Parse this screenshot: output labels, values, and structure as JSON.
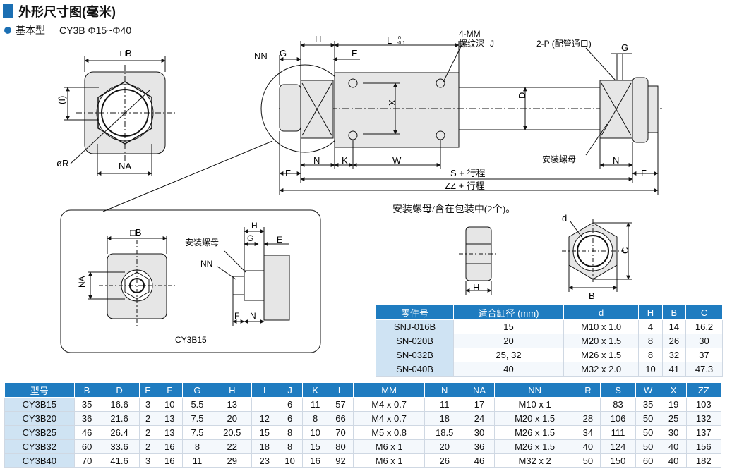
{
  "header": {
    "title": "外形尺寸图(毫米)",
    "subtitle_label": "基本型",
    "subtitle_series": "CY3B Φ15~Φ40"
  },
  "drawing": {
    "labels": {
      "B_sq": "□B",
      "one": "(I)",
      "R": "øR",
      "NA": "NA",
      "NN": "NN",
      "G": "G",
      "H": "H",
      "E": "E",
      "L": "L",
      "L_tol_top": "0",
      "L_tol_bot": "-0.1",
      "MM1": "4-MM",
      "MM2": "螺纹深",
      "J": "J",
      "X": "X",
      "D": "D",
      "P": "2-P (配管通口)",
      "G2": "G",
      "nut": "安装螺母",
      "F": "F",
      "N": "N",
      "K": "K",
      "W": "W",
      "N2": "N",
      "F2": "F",
      "S": "S + 行程",
      "ZZ": "ZZ + 行程"
    },
    "inset": {
      "B_sq": "□B",
      "NA": "NA",
      "H": "H",
      "G": "G",
      "E": "E",
      "nut": "安装螺母",
      "NN": "NN",
      "F": "F",
      "N": "N",
      "caption": "CY3B15"
    },
    "nut_view": {
      "note": "安装螺母/含在包装中(2个)。",
      "H": "H",
      "d": "d",
      "C": "C",
      "B": "B"
    }
  },
  "nut_table": {
    "headers": [
      "零件号",
      "适合缸径 (mm)",
      "d",
      "H",
      "B",
      "C"
    ],
    "rows": [
      [
        "SNJ-016B",
        "15",
        "M10 x 1.0",
        "4",
        "14",
        "16.2"
      ],
      [
        "SN-020B",
        "20",
        "M20 x 1.5",
        "8",
        "26",
        "30"
      ],
      [
        "SN-032B",
        "25, 32",
        "M26 x 1.5",
        "8",
        "32",
        "37"
      ],
      [
        "SN-040B",
        "40",
        "M32 x 2.0",
        "10",
        "41",
        "47.3"
      ]
    ]
  },
  "main_table": {
    "headers": [
      "型号",
      "B",
      "D",
      "E",
      "F",
      "G",
      "H",
      "I",
      "J",
      "K",
      "L",
      "MM",
      "N",
      "NA",
      "NN",
      "R",
      "S",
      "W",
      "X",
      "ZZ"
    ],
    "rows": [
      [
        "CY3B15",
        "35",
        "16.6",
        "3",
        "10",
        "5.5",
        "13",
        "–",
        "6",
        "11",
        "57",
        "M4 x 0.7",
        "11",
        "17",
        "M10 x 1",
        "–",
        "83",
        "35",
        "19",
        "103"
      ],
      [
        "CY3B20",
        "36",
        "21.6",
        "2",
        "13",
        "7.5",
        "20",
        "12",
        "6",
        "8",
        "66",
        "M4 x 0.7",
        "18",
        "24",
        "M20 x 1.5",
        "28",
        "106",
        "50",
        "25",
        "132"
      ],
      [
        "CY3B25",
        "46",
        "26.4",
        "2",
        "13",
        "7.5",
        "20.5",
        "15",
        "8",
        "10",
        "70",
        "M5 x 0.8",
        "18.5",
        "30",
        "M26 x 1.5",
        "34",
        "111",
        "50",
        "30",
        "137"
      ],
      [
        "CY3B32",
        "60",
        "33.6",
        "2",
        "16",
        "8",
        "22",
        "18",
        "8",
        "15",
        "80",
        "M6 x 1",
        "20",
        "36",
        "M26 x 1.5",
        "40",
        "124",
        "50",
        "40",
        "156"
      ],
      [
        "CY3B40",
        "70",
        "41.6",
        "3",
        "16",
        "11",
        "29",
        "23",
        "10",
        "16",
        "92",
        "M6 x 1",
        "26",
        "46",
        "M32 x 2",
        "50",
        "150",
        "60",
        "40",
        "182"
      ]
    ]
  },
  "colors": {
    "accent": "#1f7cc0",
    "model_cell": "#cfe3f3",
    "body_fill": "#e6e6e6"
  }
}
